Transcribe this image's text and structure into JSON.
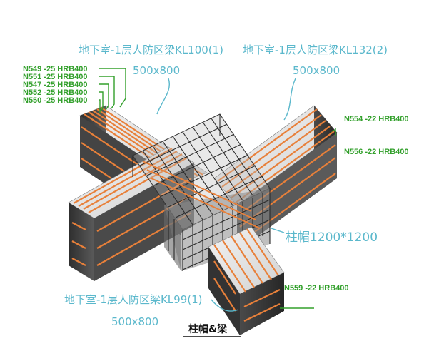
{
  "beams": {
    "kl100": {
      "name": "地下室-1层人防区梁KL100(1)",
      "size": "500x800"
    },
    "kl132": {
      "name": "地下室-1层人防区梁KL132(2)",
      "size": "500x800"
    },
    "kl99": {
      "name": "地下室-1层人防区梁KL99(1)",
      "size": "500x800"
    }
  },
  "column_cap": {
    "label": "柱帽1200*1200"
  },
  "caption": "柱帽&梁",
  "rebar_left": [
    "N549 -25 HRB400",
    "N551 -25 HRB400",
    "N547 -25 HRB400",
    "N552 -25 HRB400",
    "N550 -25 HRB400"
  ],
  "rebar_right": {
    "top": "N554 -22 HRB400",
    "bottom": "N556 -22 HRB400"
  },
  "rebar_front": "N559 -22 HRB400",
  "colors": {
    "annotation": "#5bb8cc",
    "rebar_label": "#33a02c",
    "rebar": "#e8803a",
    "concrete_top": "#e6e6e6",
    "concrete_side": "#3c3c3c"
  }
}
